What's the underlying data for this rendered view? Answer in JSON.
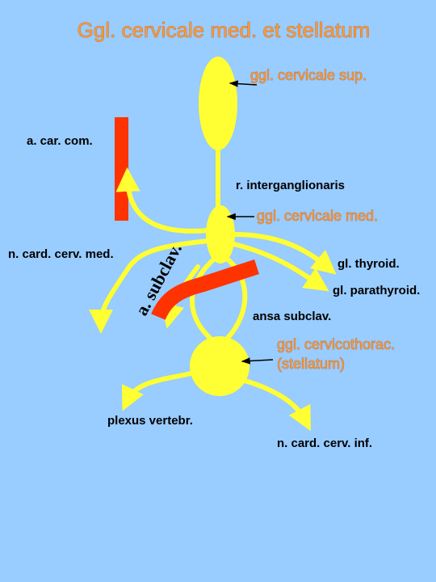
{
  "title": "Ggl. cervicale med. et stellatum",
  "labels": {
    "ggl_cervicale_sup": "ggl. cervicale sup.",
    "a_car_com": "a. car. com.",
    "r_interganglionaris": "r. interganglionaris",
    "ggl_cervicale_med": "ggl. cervicale med.",
    "n_card_cerv_med": "n. card. cerv. med.",
    "a_subclav": "a. subclav.",
    "gl_thyroid": "gl. thyroid.",
    "gl_parathyroid": "gl. parathyroid.",
    "ansa_subclav": "ansa subclav.",
    "ggl_cervicothorac_line1": "ggl. cervicothorac.",
    "ggl_cervicothorac_line2": "(stellatum)",
    "plexus_vertebr": "plexus vertebr.",
    "n_card_cerv_inf": "n. card. cerv. inf."
  },
  "colors": {
    "background": "#99ccff",
    "nerve": "#ffff33",
    "nerve_outline": "#e6c800",
    "artery": "#ff3300",
    "orange_text": "#ff9933",
    "black_text": "#000000"
  }
}
